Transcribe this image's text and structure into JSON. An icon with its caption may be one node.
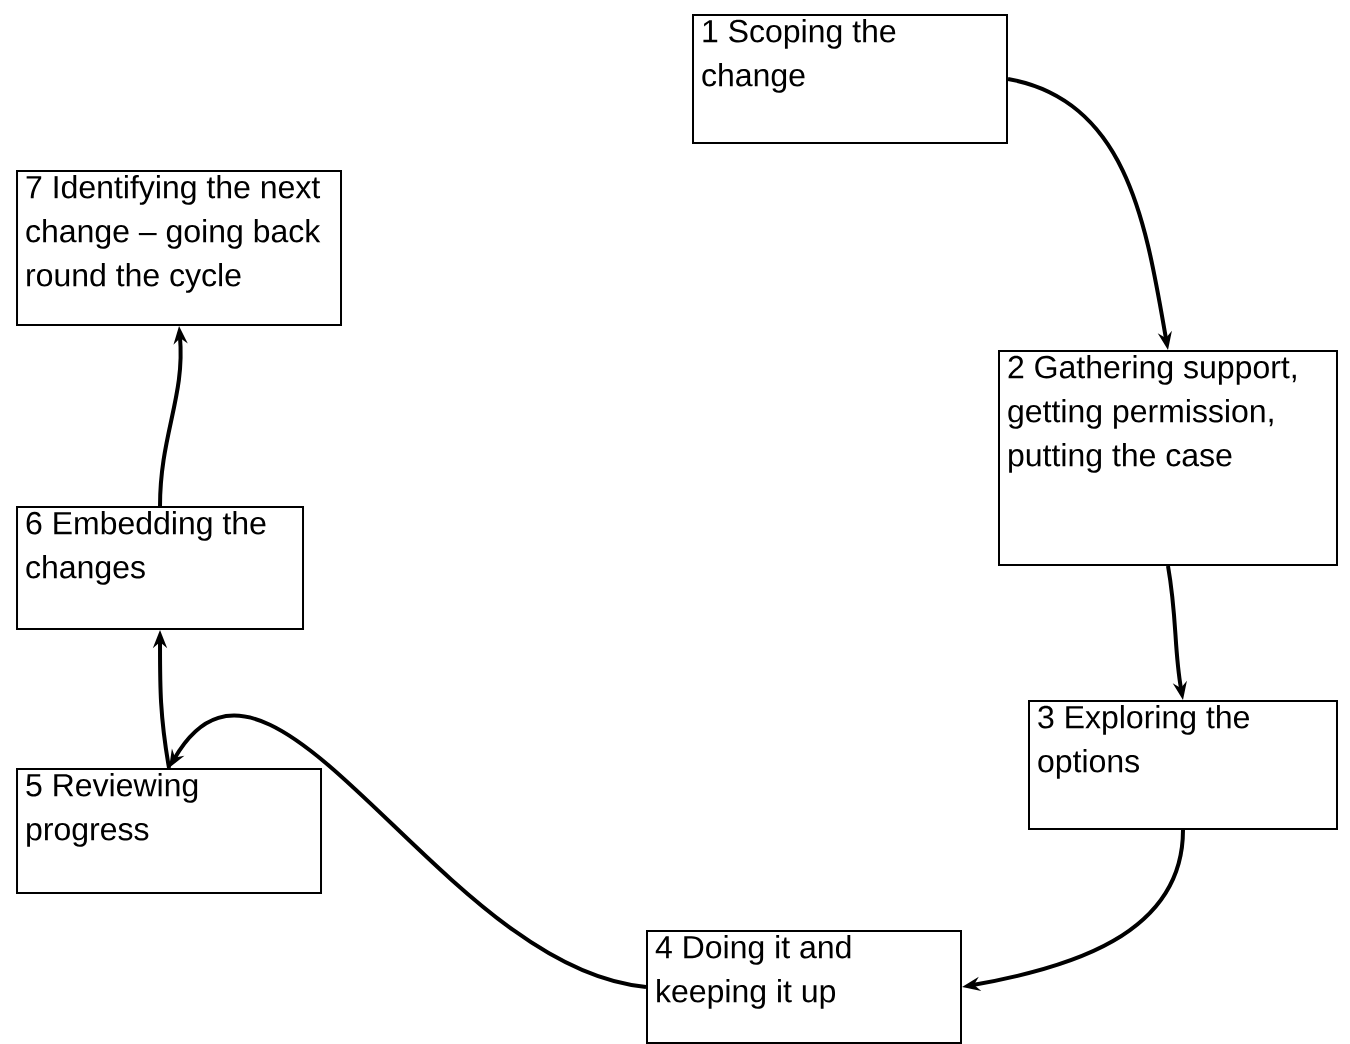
{
  "diagram": {
    "nodes": [
      {
        "text": [
          "1 Scoping the change"
        ]
      },
      {
        "text": [
          "2 Gathering support, getting permission, putting the case"
        ]
      },
      {
        "text": [
          "3 Exploring the options"
        ]
      },
      {
        "text": [
          "4 Doing it and keeping it up"
        ]
      },
      {
        "text": [
          "5 Reviewing progress"
        ]
      },
      {
        "text": [
          "6 Embedding the changes"
        ]
      },
      {
        "text": [
          "7 Identifying the next change – going back round the cycle"
        ]
      }
    ],
    "edges": [
      {
        "from": 0,
        "to": 1,
        "arrow": "to"
      },
      {
        "from": 1,
        "to": 2,
        "arrow": "to"
      },
      {
        "from": 2,
        "to": 3,
        "arrow": "to"
      },
      {
        "from": 3,
        "to": 4,
        "arrow": "to"
      },
      {
        "from": 4,
        "to": 5,
        "arrow": "to"
      },
      {
        "from": 5,
        "to": 6,
        "arrow": "to"
      }
    ]
  }
}
